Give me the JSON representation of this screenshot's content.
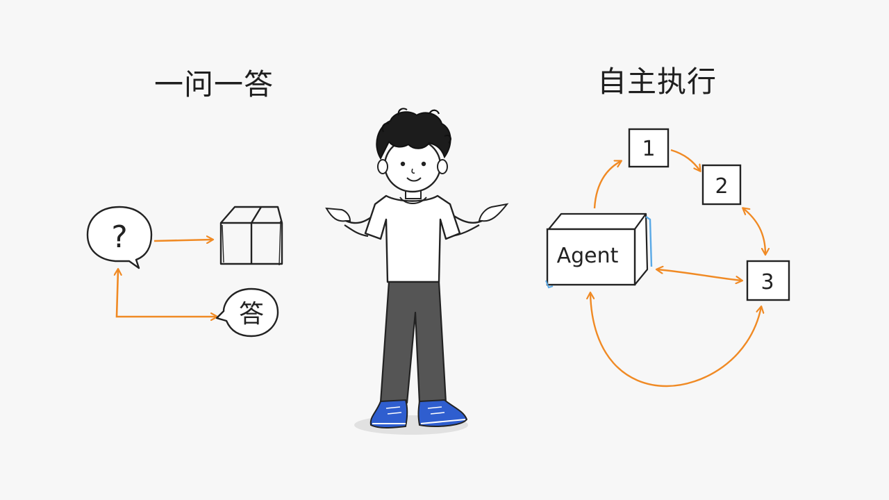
{
  "left_panel": {
    "title": "一问一答",
    "question_mark": "?",
    "answer_text": "答"
  },
  "right_panel": {
    "title": "自主执行",
    "agent_label": "Agent",
    "steps": [
      "1",
      "2",
      "3"
    ]
  },
  "colors": {
    "background": "#f7f7f7",
    "ink": "#222222",
    "arrow": "#f08a24",
    "pants": "#555555",
    "shoes": "#2f5ecf",
    "box_accent": "#5aa9e6"
  },
  "icons": [
    "speech-bubble-icon",
    "cube-icon",
    "character-illustration"
  ]
}
